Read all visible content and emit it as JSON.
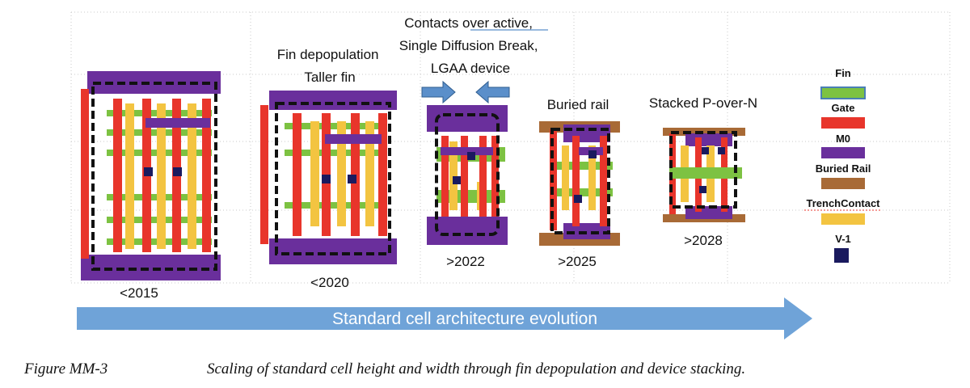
{
  "colors": {
    "fin": "#7dc242",
    "fin_outline": "#4a7fb5",
    "gate": "#e8352b",
    "m0": "#6a2f9c",
    "buried_rail": "#a86a36",
    "trench_contact": "#f3c441",
    "via": "#1a1a5e",
    "cell_boundary": "#111111",
    "arrow": "#6fa3d8",
    "grid": "#c8c8c8"
  },
  "cells": [
    {
      "id": "2015",
      "year_label": "<2015",
      "caption": []
    },
    {
      "id": "2020",
      "year_label": "<2020",
      "caption": [
        "Fin depopulation",
        "Taller fin"
      ]
    },
    {
      "id": "2022",
      "year_label": ">2022",
      "caption": [
        "Contacts over active,",
        "Single Diffusion Break,",
        "LGAA device"
      ]
    },
    {
      "id": "2025",
      "year_label": ">2025",
      "caption": [
        "Buried rail"
      ]
    },
    {
      "id": "2028",
      "year_label": ">2028",
      "caption": [
        "Stacked P-over-N"
      ]
    }
  ],
  "legend": [
    {
      "key": "fin",
      "label": "Fin",
      "color": "#7dc242",
      "outline": "#4a7fb5"
    },
    {
      "key": "gate",
      "label": "Gate",
      "color": "#e8352b"
    },
    {
      "key": "m0",
      "label": "M0",
      "color": "#6a2f9c"
    },
    {
      "key": "buried_rail",
      "label": "Buried Rail",
      "color": "#a86a36"
    },
    {
      "key": "trench_contact",
      "label": "TrenchContact",
      "color": "#f3c441"
    },
    {
      "key": "via",
      "label": "V-1",
      "color": "#1a1a5e"
    }
  ],
  "evolution_arrow": {
    "label": "Standard cell architecture evolution"
  },
  "caption": {
    "label": "Figure MM-3",
    "text": "Scaling of standard cell height and width through fin depopulation and device stacking."
  }
}
